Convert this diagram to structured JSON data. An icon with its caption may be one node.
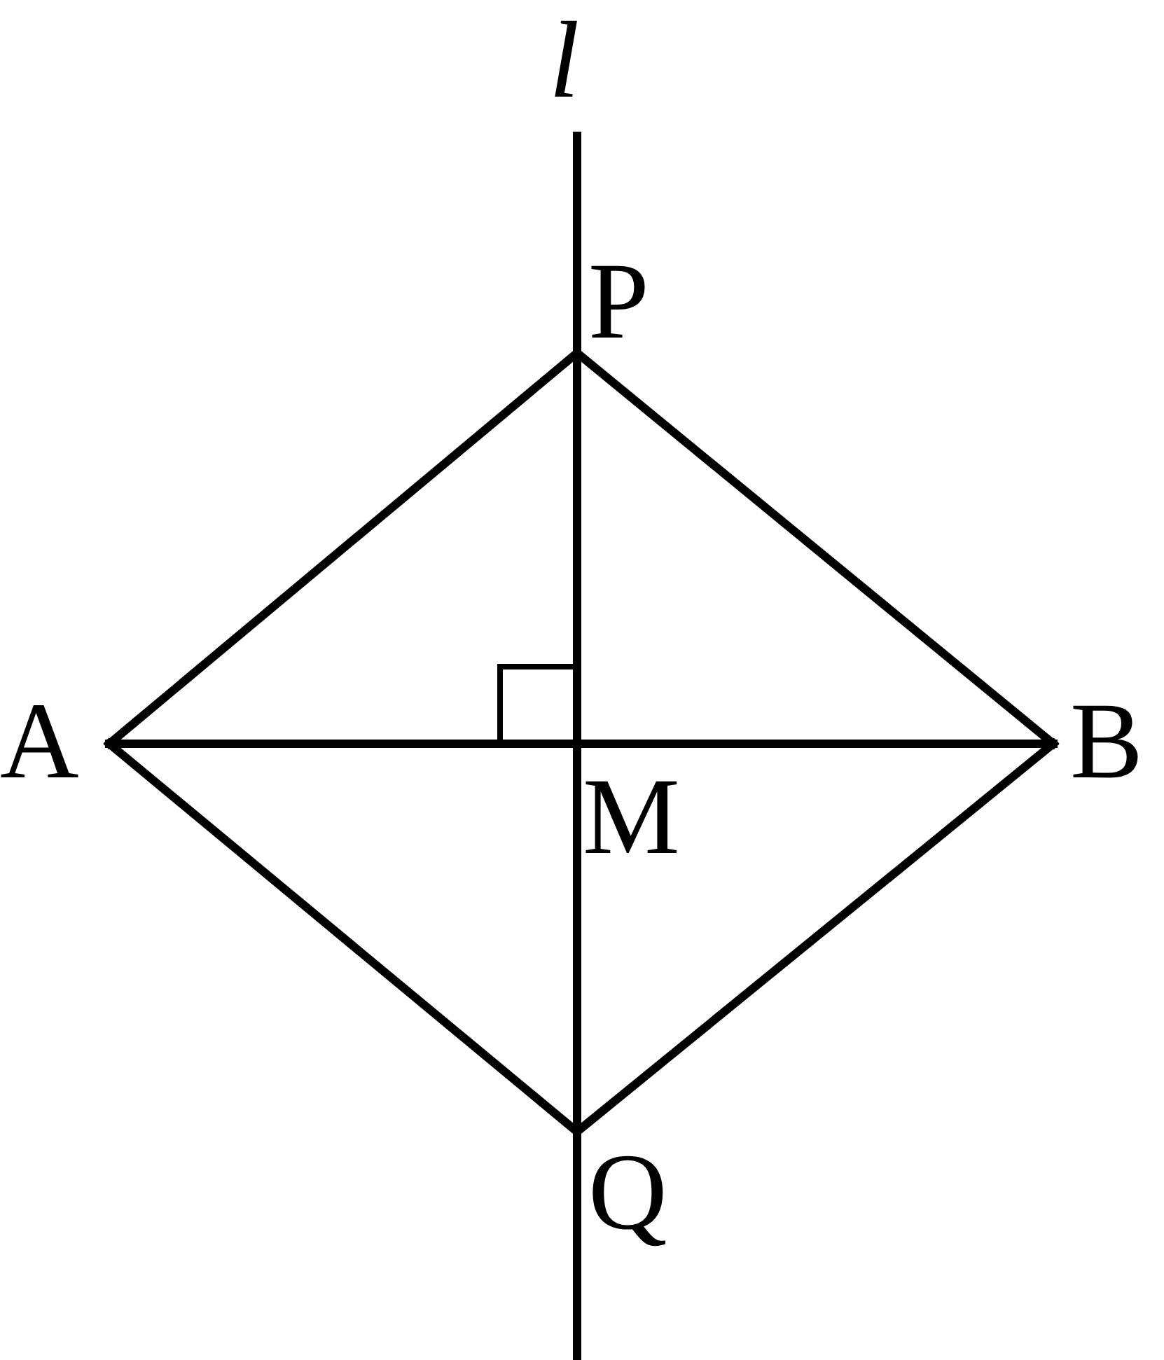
{
  "diagram": {
    "nodes": [
      {
        "text": [
          "l"
        ]
      },
      {
        "text": [
          "P"
        ]
      },
      {
        "text": [
          "A"
        ]
      },
      {
        "text": [
          "M"
        ]
      },
      {
        "text": [
          "B"
        ]
      },
      {
        "text": [
          "Q"
        ]
      }
    ],
    "edges": [
      {
        "from": 2,
        "to": 1,
        "arrow": "none"
      },
      {
        "from": 1,
        "to": 4,
        "arrow": "none"
      },
      {
        "from": 2,
        "to": 4,
        "arrow": "none"
      },
      {
        "from": 2,
        "to": 5,
        "arrow": "none"
      },
      {
        "from": 5,
        "to": 4,
        "arrow": "none"
      },
      {
        "from": 0,
        "to": 1,
        "arrow": "none"
      },
      {
        "from": 1,
        "to": 3,
        "arrow": "none"
      },
      {
        "from": 3,
        "to": 5,
        "arrow": "none"
      },
      {
        "from": 5,
        "to": null,
        "arrow": "none"
      }
    ]
  }
}
